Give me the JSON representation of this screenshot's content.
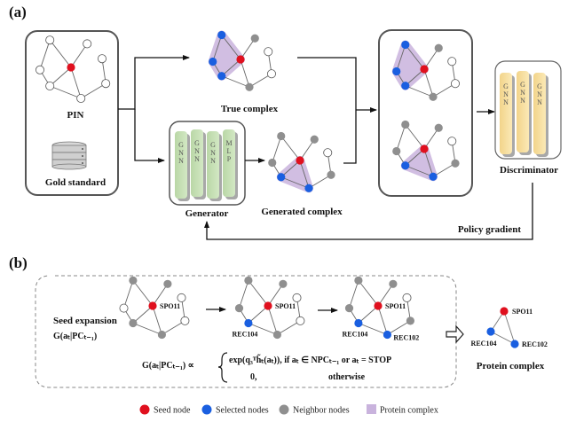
{
  "panels": {
    "a": "(a)",
    "b": "(b)"
  },
  "colors": {
    "seed": "#e0101e",
    "selected": "#1a5fe0",
    "neighbor": "#8f8f8f",
    "other": "#ffffff",
    "complex": "#c9b3dd",
    "generator_layer": "#c5dfb4",
    "discriminator_layer": "#f6df9e"
  },
  "panel_a": {
    "pin_label": "PIN",
    "gold_label": "Gold standard",
    "true_complex_label": "True complex",
    "generated_complex_label": "Generated complex",
    "generator_label": "Generator",
    "discriminator_label": "Discriminator",
    "policy_gradient_label": "Policy gradient",
    "generator_layers": [
      "GNN",
      "GNN",
      "GNN",
      "MLP"
    ],
    "discriminator_layers": [
      "GNN",
      "GNN",
      "GNN"
    ]
  },
  "panel_b": {
    "seed_expansion_label": "Seed expansion",
    "seed_expansion_formula": "G(aₜ|PCₜ₋₁)",
    "formula_lhs": "G(aₜ|PCₜ₋₁) ∝",
    "formula_case1": "exp(q₃ᵀh̃ₜ(aₜ)), if aₜ ∈ NPCₜ₋₁ or aₜ = STOP",
    "formula_case2_value": "0,",
    "formula_case2_cond": "otherwise",
    "node_labels": {
      "seed": "SPO11",
      "sel1": "REC104",
      "sel2": "REC102"
    },
    "protein_complex_label": "Protein complex"
  },
  "legend": [
    {
      "label": "Seed node",
      "type": "seed"
    },
    {
      "label": "Selected nodes",
      "type": "selected"
    },
    {
      "label": "Neighbor nodes",
      "type": "neighbor"
    },
    {
      "label": "Protein complex",
      "type": "complex"
    }
  ]
}
